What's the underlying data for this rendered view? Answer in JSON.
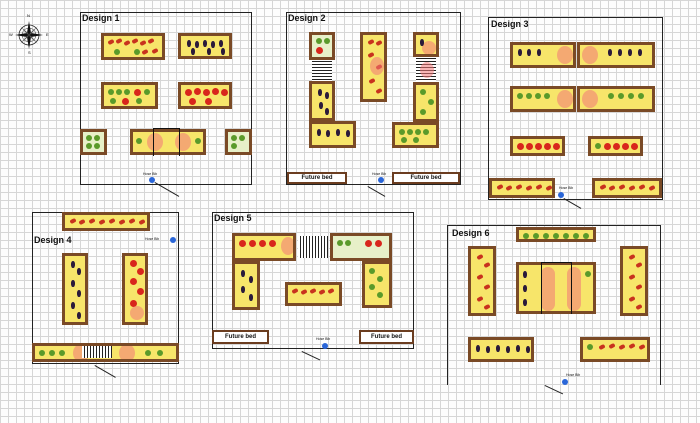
{
  "designs": [
    {
      "title": "Design 1"
    },
    {
      "title": "Design 2"
    },
    {
      "title": "Design 3"
    },
    {
      "title": "Design 4"
    },
    {
      "title": "Design 5"
    },
    {
      "title": "Design 6"
    }
  ],
  "compass": {
    "north": "N",
    "south": "S",
    "east": "E",
    "west": "W"
  },
  "labels": {
    "future_bed": "Future bed",
    "hose_bib": "Hose Bib"
  },
  "colors": {
    "bed_fill": "#f7e56a",
    "bed_border": "#7a4a26",
    "faucet": "#2a66d8",
    "frame": "#222222",
    "grid": "#d6d6d6"
  }
}
